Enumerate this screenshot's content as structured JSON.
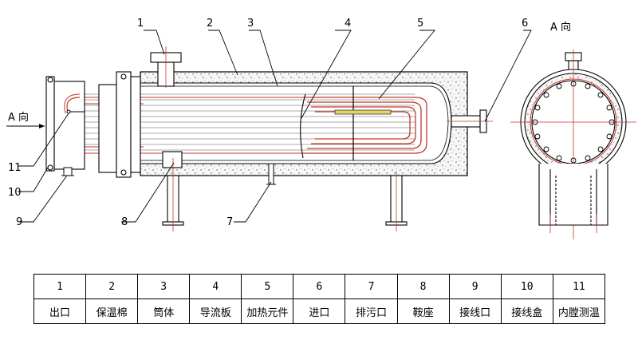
{
  "diagram": {
    "callouts": [
      "1",
      "2",
      "3",
      "4",
      "5",
      "6",
      "7",
      "8",
      "9",
      "10",
      "11"
    ],
    "view_label_left": "A  向",
    "view_label_right": "A  向"
  },
  "legend": {
    "numbers": [
      "1",
      "2",
      "3",
      "4",
      "5",
      "6",
      "7",
      "8",
      "9",
      "10",
      "11"
    ],
    "names": [
      "出口",
      "保温棉",
      "筒体",
      "导流板",
      "加热元件",
      "进口",
      "排污口",
      "鞍座",
      "接线口",
      "接线盒",
      "内膛测温"
    ]
  },
  "colors": {
    "line": "#000000",
    "heater_red": "#c0392b",
    "insulation": "#f2f2f2"
  }
}
